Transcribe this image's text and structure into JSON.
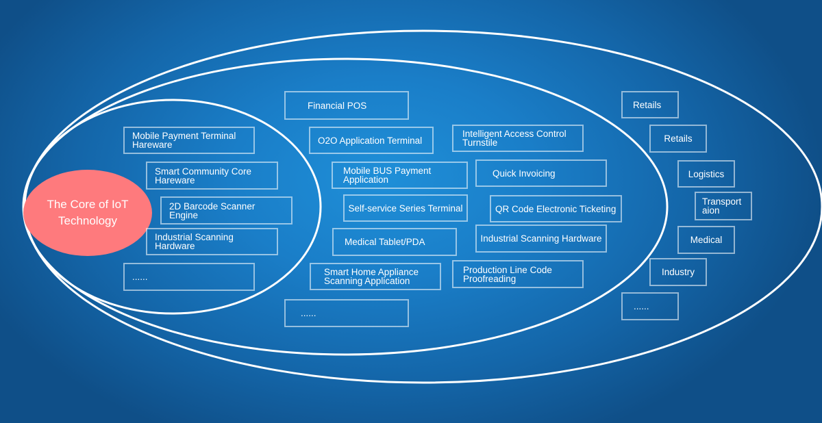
{
  "core": {
    "label": "The Core of IoT\nTechnology"
  },
  "inner_ring": [
    "Mobile Payment Terminal\nHareware",
    "Smart Community Core\nHareware",
    "2D Barcode Scanner\nEngine",
    "Industrial Scanning Hardware",
    "......"
  ],
  "middle_ring": [
    "Financial POS",
    "O2O Application Terminal",
    "Intelligent Access Control\nTurnstile",
    "Mobile BUS Payment\nApplication",
    "Quick Invoicing",
    "Self-service Series Terminal",
    "QR Code Electronic Ticketing",
    "Medical Tablet/PDA",
    "Industrial Scanning Hardware",
    "Smart Home Appliance\nScanning Application",
    "Production Line Code\nProofreading",
    "......"
  ],
  "outer_ring": [
    "Retails",
    "Retails",
    "Logistics",
    "Transport\naion",
    "Medical",
    "Industry",
    "......"
  ],
  "colors": {
    "background": "#1a7ec8",
    "core_fill": "#fe7a7d",
    "ring_stroke": "#ffffff",
    "box_border": "rgba(255,255,255,0.55)"
  }
}
